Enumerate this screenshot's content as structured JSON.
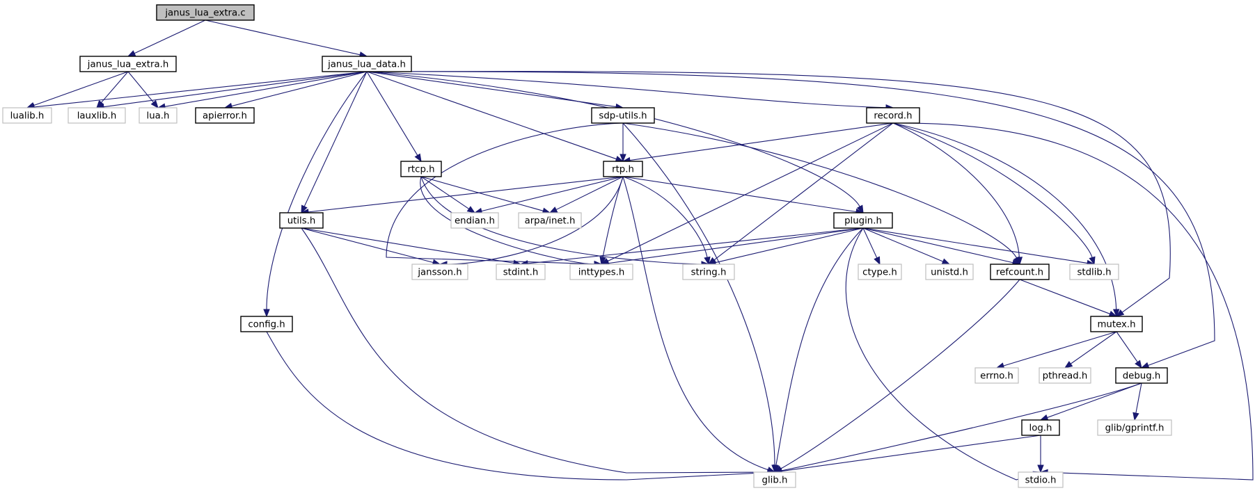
{
  "diagram": {
    "kind": "include-dependency-graph",
    "colors": {
      "edge": "#191970",
      "root_fill": "#bfbfbf",
      "internal_border": "#000000",
      "external_border": "#bfbfbf",
      "text": "#000000"
    },
    "nodes": [
      {
        "id": "janus_lua_extra_c",
        "label": "janus_lua_extra.c",
        "kind": "root"
      },
      {
        "id": "janus_lua_extra_h",
        "label": "janus_lua_extra.h",
        "kind": "internal"
      },
      {
        "id": "janus_lua_data_h",
        "label": "janus_lua_data.h",
        "kind": "internal"
      },
      {
        "id": "lualib_h",
        "label": "lualib.h",
        "kind": "external"
      },
      {
        "id": "lauxlib_h",
        "label": "lauxlib.h",
        "kind": "external"
      },
      {
        "id": "lua_h",
        "label": "lua.h",
        "kind": "external"
      },
      {
        "id": "apierror_h",
        "label": "apierror.h",
        "kind": "internal"
      },
      {
        "id": "sdp_utils_h",
        "label": "sdp-utils.h",
        "kind": "internal"
      },
      {
        "id": "record_h",
        "label": "record.h",
        "kind": "internal"
      },
      {
        "id": "rtcp_h",
        "label": "rtcp.h",
        "kind": "internal"
      },
      {
        "id": "rtp_h",
        "label": "rtp.h",
        "kind": "internal"
      },
      {
        "id": "utils_h",
        "label": "utils.h",
        "kind": "internal"
      },
      {
        "id": "endian_h",
        "label": "endian.h",
        "kind": "external"
      },
      {
        "id": "arpa_inet_h",
        "label": "arpa/inet.h",
        "kind": "external"
      },
      {
        "id": "plugin_h",
        "label": "plugin.h",
        "kind": "internal"
      },
      {
        "id": "jansson_h",
        "label": "jansson.h",
        "kind": "external"
      },
      {
        "id": "stdint_h",
        "label": "stdint.h",
        "kind": "external"
      },
      {
        "id": "inttypes_h",
        "label": "inttypes.h",
        "kind": "external"
      },
      {
        "id": "string_h",
        "label": "string.h",
        "kind": "external"
      },
      {
        "id": "ctype_h",
        "label": "ctype.h",
        "kind": "external"
      },
      {
        "id": "unistd_h",
        "label": "unistd.h",
        "kind": "external"
      },
      {
        "id": "refcount_h",
        "label": "refcount.h",
        "kind": "internal"
      },
      {
        "id": "stdlib_h",
        "label": "stdlib.h",
        "kind": "external"
      },
      {
        "id": "config_h",
        "label": "config.h",
        "kind": "internal"
      },
      {
        "id": "mutex_h",
        "label": "mutex.h",
        "kind": "internal"
      },
      {
        "id": "errno_h",
        "label": "errno.h",
        "kind": "external"
      },
      {
        "id": "pthread_h",
        "label": "pthread.h",
        "kind": "external"
      },
      {
        "id": "debug_h",
        "label": "debug.h",
        "kind": "internal"
      },
      {
        "id": "log_h",
        "label": "log.h",
        "kind": "internal"
      },
      {
        "id": "glib_gprintf_h",
        "label": "glib/gprintf.h",
        "kind": "external"
      },
      {
        "id": "glib_h",
        "label": "glib.h",
        "kind": "external"
      },
      {
        "id": "stdio_h",
        "label": "stdio.h",
        "kind": "external"
      }
    ],
    "edges": [
      {
        "from": "janus_lua_extra_c",
        "to": "janus_lua_extra_h"
      },
      {
        "from": "janus_lua_extra_c",
        "to": "janus_lua_data_h"
      },
      {
        "from": "janus_lua_extra_h",
        "to": "lualib_h"
      },
      {
        "from": "janus_lua_extra_h",
        "to": "lauxlib_h"
      },
      {
        "from": "janus_lua_extra_h",
        "to": "lua_h"
      },
      {
        "from": "janus_lua_data_h",
        "to": "lualib_h"
      },
      {
        "from": "janus_lua_data_h",
        "to": "lauxlib_h"
      },
      {
        "from": "janus_lua_data_h",
        "to": "lua_h"
      },
      {
        "from": "janus_lua_data_h",
        "to": "apierror_h"
      },
      {
        "from": "janus_lua_data_h",
        "to": "config_h"
      },
      {
        "from": "janus_lua_data_h",
        "to": "utils_h"
      },
      {
        "from": "janus_lua_data_h",
        "to": "rtcp_h"
      },
      {
        "from": "janus_lua_data_h",
        "to": "rtp_h"
      },
      {
        "from": "janus_lua_data_h",
        "to": "sdp_utils_h"
      },
      {
        "from": "janus_lua_data_h",
        "to": "plugin_h"
      },
      {
        "from": "janus_lua_data_h",
        "to": "record_h"
      },
      {
        "from": "janus_lua_data_h",
        "to": "mutex_h"
      },
      {
        "from": "janus_lua_data_h",
        "to": "debug_h"
      },
      {
        "from": "sdp_utils_h",
        "to": "rtp_h"
      },
      {
        "from": "sdp_utils_h",
        "to": "inttypes_h"
      },
      {
        "from": "sdp_utils_h",
        "to": "glib_h"
      },
      {
        "from": "sdp_utils_h",
        "to": "refcount_h"
      },
      {
        "from": "record_h",
        "to": "rtp_h"
      },
      {
        "from": "record_h",
        "to": "inttypes_h"
      },
      {
        "from": "record_h",
        "to": "string_h"
      },
      {
        "from": "record_h",
        "to": "refcount_h"
      },
      {
        "from": "record_h",
        "to": "stdlib_h"
      },
      {
        "from": "record_h",
        "to": "mutex_h"
      },
      {
        "from": "record_h",
        "to": "stdio_h"
      },
      {
        "from": "rtcp_h",
        "to": "endian_h"
      },
      {
        "from": "rtcp_h",
        "to": "arpa_inet_h"
      },
      {
        "from": "rtcp_h",
        "to": "inttypes_h"
      },
      {
        "from": "rtcp_h",
        "to": "string_h"
      },
      {
        "from": "rtp_h",
        "to": "utils_h"
      },
      {
        "from": "rtp_h",
        "to": "endian_h"
      },
      {
        "from": "rtp_h",
        "to": "arpa_inet_h"
      },
      {
        "from": "rtp_h",
        "to": "jansson_h"
      },
      {
        "from": "rtp_h",
        "to": "inttypes_h"
      },
      {
        "from": "rtp_h",
        "to": "string_h"
      },
      {
        "from": "rtp_h",
        "to": "plugin_h"
      },
      {
        "from": "rtp_h",
        "to": "glib_h"
      },
      {
        "from": "utils_h",
        "to": "jansson_h"
      },
      {
        "from": "utils_h",
        "to": "stdint_h"
      },
      {
        "from": "utils_h",
        "to": "glib_h"
      },
      {
        "from": "plugin_h",
        "to": "stdint_h"
      },
      {
        "from": "plugin_h",
        "to": "inttypes_h"
      },
      {
        "from": "plugin_h",
        "to": "string_h"
      },
      {
        "from": "plugin_h",
        "to": "ctype_h"
      },
      {
        "from": "plugin_h",
        "to": "unistd_h"
      },
      {
        "from": "plugin_h",
        "to": "refcount_h"
      },
      {
        "from": "plugin_h",
        "to": "stdlib_h"
      },
      {
        "from": "plugin_h",
        "to": "glib_h"
      },
      {
        "from": "plugin_h",
        "to": "stdio_h"
      },
      {
        "from": "refcount_h",
        "to": "mutex_h"
      },
      {
        "from": "refcount_h",
        "to": "glib_h"
      },
      {
        "from": "config_h",
        "to": "glib_h"
      },
      {
        "from": "mutex_h",
        "to": "errno_h"
      },
      {
        "from": "mutex_h",
        "to": "pthread_h"
      },
      {
        "from": "mutex_h",
        "to": "debug_h"
      },
      {
        "from": "debug_h",
        "to": "log_h"
      },
      {
        "from": "debug_h",
        "to": "glib_gprintf_h"
      },
      {
        "from": "debug_h",
        "to": "glib_h"
      },
      {
        "from": "log_h",
        "to": "glib_h"
      },
      {
        "from": "log_h",
        "to": "stdio_h"
      }
    ]
  }
}
